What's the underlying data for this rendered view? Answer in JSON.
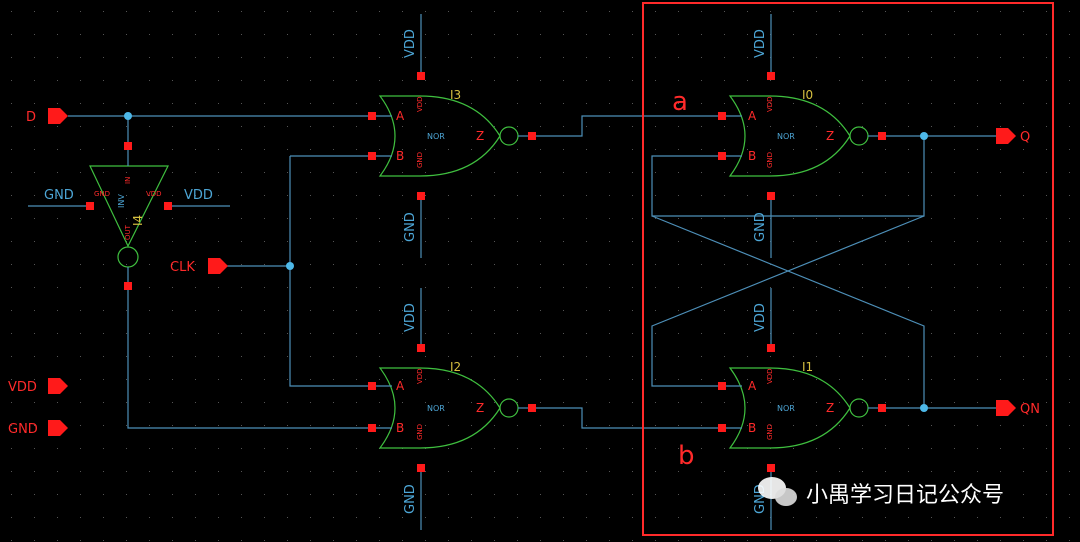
{
  "ports": {
    "d": "D",
    "clk": "CLK",
    "vdd": "VDD",
    "gnd": "GND",
    "q": "Q",
    "qn": "QN"
  },
  "inverter": {
    "instance": "I4",
    "type": "INV",
    "pin_in": "IN",
    "pin_out": "OUT",
    "pin_vdd": "VDD",
    "pin_gnd": "GND",
    "rail_left": "GND",
    "rail_right": "VDD"
  },
  "gates": [
    {
      "instance": "I3",
      "type": "NOR",
      "a": "A",
      "b": "B",
      "z": "Z",
      "vdd": "VDD",
      "gnd": "GND",
      "rail_top": "VDD",
      "rail_bottom": "GND"
    },
    {
      "instance": "I2",
      "type": "NOR",
      "a": "A",
      "b": "B",
      "z": "Z",
      "vdd": "VDD",
      "gnd": "GND",
      "rail_top": "VDD",
      "rail_bottom": "GND"
    },
    {
      "instance": "I0",
      "type": "NOR",
      "a": "A",
      "b": "B",
      "z": "Z",
      "vdd": "VDD",
      "gnd": "GND",
      "rail_top": "VDD",
      "rail_bottom": "GND"
    },
    {
      "instance": "I1",
      "type": "NOR",
      "a": "A",
      "b": "B",
      "z": "Z",
      "vdd": "VDD",
      "gnd": "GND",
      "rail_top": "VDD",
      "rail_bottom": "GND"
    }
  ],
  "annotations": {
    "a": "a",
    "b": "b"
  },
  "watermark": "小禺学习日记公众号",
  "colors": {
    "background": "#000000",
    "wire": "#4d8fb8",
    "gate": "#3fbf3f",
    "pin": "#ff1a1a",
    "highlight_box": "#ff2a2a",
    "instance_label": "#d6c040"
  }
}
